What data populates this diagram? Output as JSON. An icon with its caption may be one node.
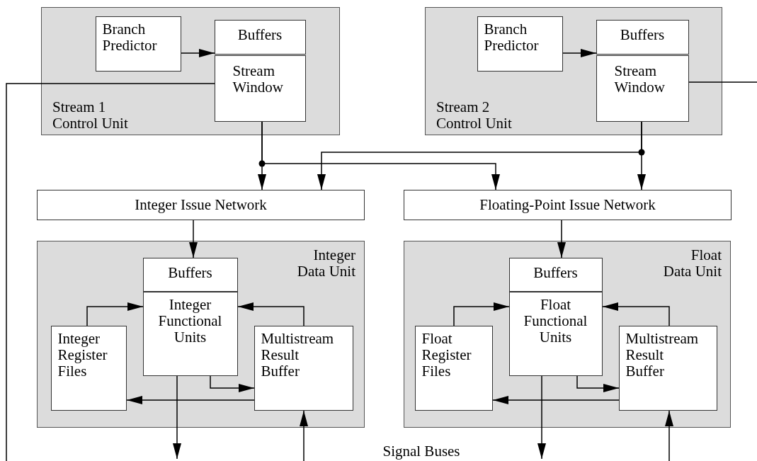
{
  "diagram": {
    "nodes": [
      {
        "text": [
          "Stream 1 Control Unit"
        ]
      },
      {
        "text": [
          "Branch Predictor"
        ],
        "in": 0
      },
      {
        "text": [
          "Buffers"
        ],
        "in": 0
      },
      {
        "text": [
          "Stream Window"
        ],
        "in": 0
      },
      {
        "text": [
          "Stream 2 Control Unit"
        ]
      },
      {
        "text": [
          "Branch Predictor"
        ],
        "in": 4
      },
      {
        "text": [
          "Buffers"
        ],
        "in": 4
      },
      {
        "text": [
          "Stream Window"
        ],
        "in": 4
      },
      {
        "text": [
          "Integer Issue Network"
        ]
      },
      {
        "text": [
          "Floating-Point Issue Network"
        ]
      },
      {
        "text": [
          "Integer Data Unit"
        ]
      },
      {
        "text": [
          "Buffers"
        ],
        "in": 10
      },
      {
        "text": [
          "Integer Functional Units"
        ],
        "in": 10
      },
      {
        "text": [
          "Integer Register Files"
        ],
        "in": 10
      },
      {
        "text": [
          "Multistream Result Buffer"
        ],
        "in": 10
      },
      {
        "text": [
          "Float Data Unit"
        ]
      },
      {
        "text": [
          "Buffers"
        ],
        "in": 15
      },
      {
        "text": [
          "Float Functional Units"
        ],
        "in": 15
      },
      {
        "text": [
          "Float Register Files"
        ],
        "in": 15
      },
      {
        "text": [
          "Multistream Result Buffer"
        ],
        "in": 15
      }
    ],
    "edges": [
      {
        "from": 1,
        "to": 2,
        "arrow": "to"
      },
      {
        "from": 5,
        "to": 6,
        "arrow": "to"
      },
      {
        "from": 3,
        "to": 8,
        "arrow": "to"
      },
      {
        "from": 3,
        "to": 9,
        "arrow": "to"
      },
      {
        "from": 7,
        "to": 9,
        "arrow": "to"
      },
      {
        "from": 7,
        "to": 8,
        "arrow": "to"
      },
      {
        "from": 3,
        "to": null,
        "arrow": "none"
      },
      {
        "from": 7,
        "to": null,
        "arrow": "none"
      },
      {
        "from": 8,
        "to": 11,
        "arrow": "to"
      },
      {
        "from": 9,
        "to": 16,
        "arrow": "to"
      },
      {
        "from": 13,
        "to": 12,
        "arrow": "to"
      },
      {
        "from": 14,
        "to": 12,
        "arrow": "to"
      },
      {
        "from": 12,
        "to": 14,
        "arrow": "to"
      },
      {
        "from": 14,
        "to": 13,
        "arrow": "to"
      },
      {
        "from": 12,
        "to": null,
        "arrow": "to"
      },
      {
        "from": null,
        "to": 14,
        "arrow": "to"
      },
      {
        "from": 18,
        "to": 17,
        "arrow": "to"
      },
      {
        "from": 19,
        "to": 17,
        "arrow": "to"
      },
      {
        "from": 17,
        "to": 19,
        "arrow": "to"
      },
      {
        "from": 19,
        "to": 18,
        "arrow": "to"
      },
      {
        "from": 17,
        "to": null,
        "arrow": "to"
      },
      {
        "from": null,
        "to": 19,
        "arrow": "to"
      }
    ],
    "labels": [
      "Signal Buses"
    ]
  }
}
